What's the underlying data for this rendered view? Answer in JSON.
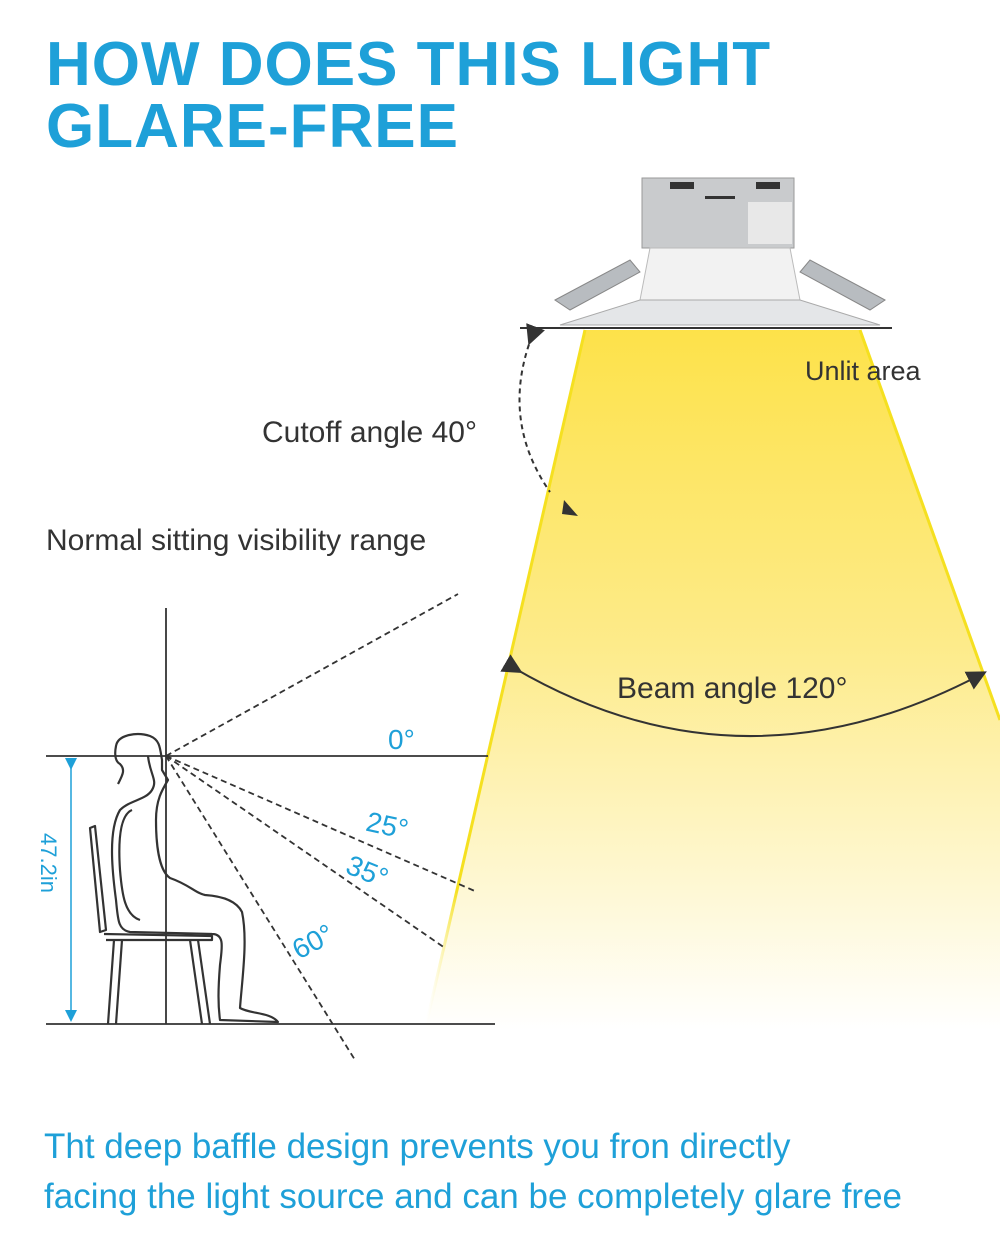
{
  "title": {
    "line1": "HOW DOES THIS LIGHT",
    "line2": "GLARE-FREE"
  },
  "labels": {
    "unlit_area": "Unlit area",
    "cutoff_angle": "Cutoff angle 40°",
    "visibility_range": "Normal sitting visibility range",
    "beam_angle": "Beam angle 120°",
    "height": "47.2in"
  },
  "angles": [
    "0°",
    "25°",
    "35°",
    "60°"
  ],
  "footer": {
    "line1": "Tht deep baffle design prevents you fron directly",
    "line2": "facing the light source and can be completely glare free"
  },
  "colors": {
    "accent": "#1ea0d8",
    "beam": "#fde84a",
    "text": "#333333"
  }
}
